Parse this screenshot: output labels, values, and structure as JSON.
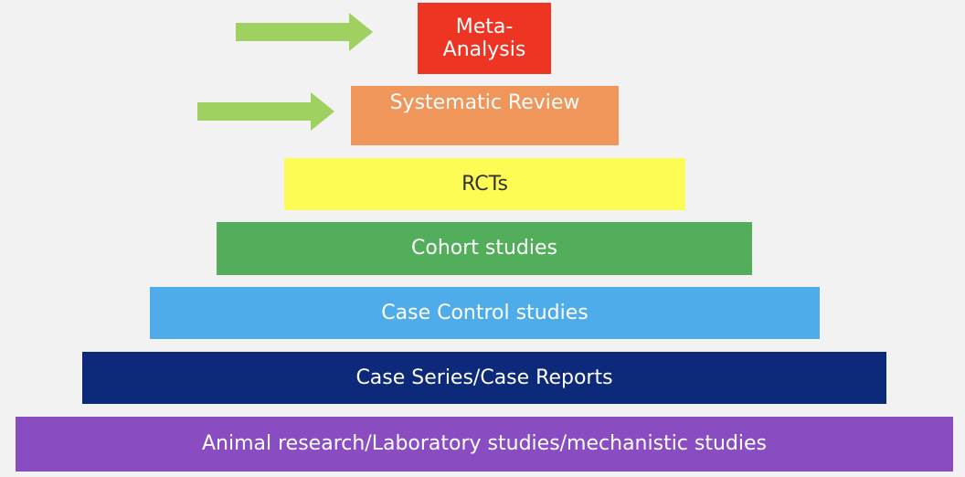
{
  "pyramid": {
    "tiers": [
      {
        "label": "Meta-\nAnalysis",
        "color": "#ee3423",
        "text_color": "#ffffff"
      },
      {
        "label": "Systematic Review",
        "color": "#f0965a",
        "text_color": "#ffffff"
      },
      {
        "label": "RCTs",
        "color": "#fcfc55",
        "text_color": "#333333"
      },
      {
        "label": "Cohort studies",
        "color": "#52ae5a",
        "text_color": "#ffffff"
      },
      {
        "label": "Case Control studies",
        "color": "#4facea",
        "text_color": "#ffffff"
      },
      {
        "label": "Case Series/Case Reports",
        "color": "#0d2a7a",
        "text_color": "#ffffff"
      },
      {
        "label": "Animal research/Laboratory studies/mechanistic studies",
        "color": "#8a4dc1",
        "text_color": "#ffffff"
      }
    ]
  },
  "arrows": {
    "color": "#9fd160",
    "targets": [
      "Meta-Analysis",
      "Systematic Review"
    ]
  }
}
